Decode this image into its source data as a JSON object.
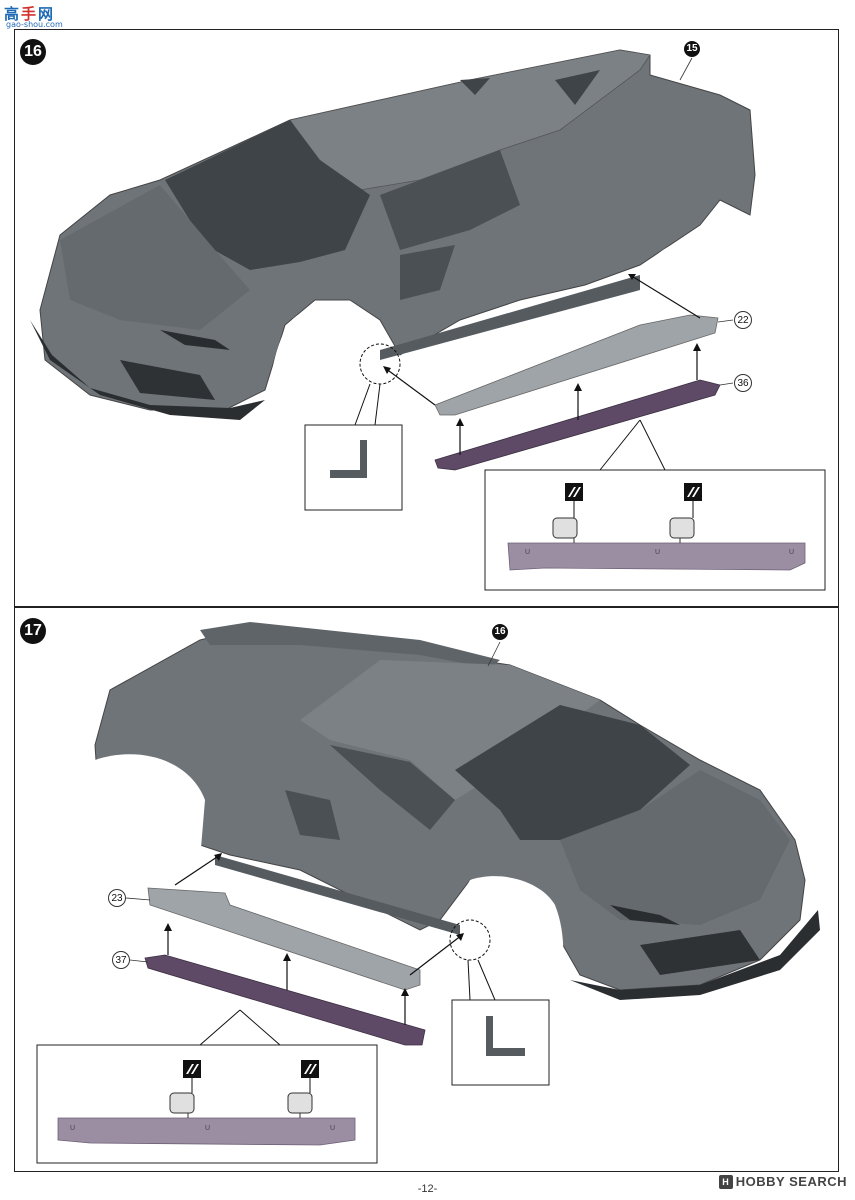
{
  "watermark": {
    "chars": [
      "高",
      "手",
      "网"
    ],
    "url": "gao-shou.com"
  },
  "steps": [
    {
      "number": "16",
      "ref_step": "15",
      "part_upper": "22",
      "part_lower": "36"
    },
    {
      "number": "17",
      "ref_step": "16",
      "part_upper": "23",
      "part_lower": "37"
    }
  ],
  "page_number": "-12-",
  "footer_brand": {
    "icon": "H",
    "text": "HOBBY SEARCH"
  },
  "colors": {
    "body": "#6f7479",
    "body_dark": "#565b60",
    "interior": "#3f4448",
    "skirt_light": "#9fa4a8",
    "skirt_purple": "#5e4a66",
    "detail_purple": "#9b8ea3",
    "frame": "#222222"
  }
}
